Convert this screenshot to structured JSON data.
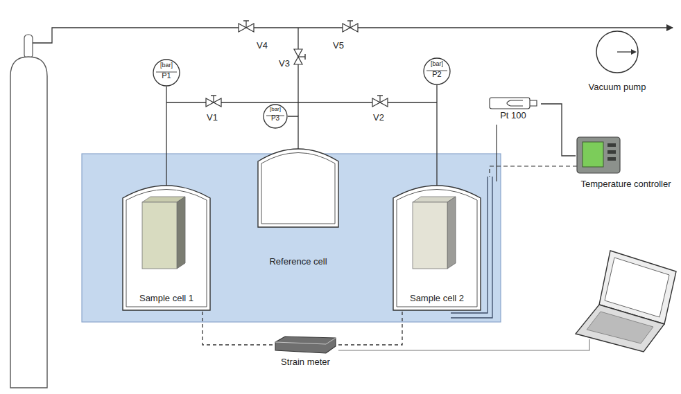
{
  "diagram": {
    "nodes": [
      {
        "text": [
          "[bar]",
          "P1"
        ]
      },
      {
        "text": [
          "[bar]",
          "P2"
        ]
      },
      {
        "text": [
          "[bar]",
          "P3"
        ]
      },
      {
        "text": [
          "Vacuum pump"
        ]
      },
      {
        "text": [
          "Pt 100"
        ]
      },
      {
        "text": [
          "Temperature controller"
        ]
      },
      {
        "text": [
          "Sample cell 1"
        ]
      },
      {
        "text": [
          "Reference cell"
        ]
      },
      {
        "text": [
          "Sample cell 2"
        ]
      },
      {
        "text": [
          "Strain meter"
        ]
      }
    ],
    "edges": [
      {
        "from": 6,
        "to": 0,
        "arrow": "none"
      },
      {
        "from": 8,
        "to": 1,
        "arrow": "none"
      },
      {
        "from": 2,
        "to": 7,
        "arrow": "none"
      },
      {
        "from": 4,
        "to": 5,
        "arrow": "none"
      },
      {
        "from": 6,
        "to": 9,
        "arrow": "none"
      },
      {
        "from": 8,
        "to": 9,
        "arrow": "none"
      }
    ],
    "labels": [
      "V4",
      "V5",
      "V3",
      "V1",
      "V2"
    ]
  }
}
